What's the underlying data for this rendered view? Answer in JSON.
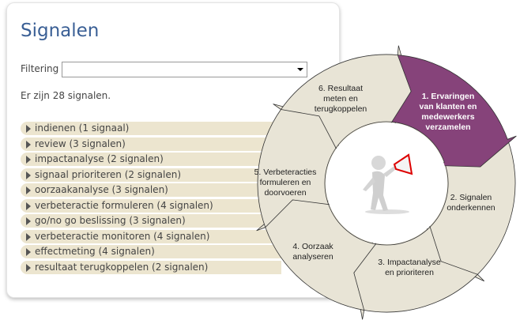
{
  "page": {
    "title": "Signalen",
    "filter_label": "Filtering",
    "filter_value": "",
    "count_text": "Er zijn 28 signalen."
  },
  "groups": [
    {
      "label": "indienen (1 signaal)"
    },
    {
      "label": "review (3 signalen)"
    },
    {
      "label": "impactanalyse (2 signalen)"
    },
    {
      "label": "signaal prioriteren (2 signalen)"
    },
    {
      "label": "oorzaakanalyse (3 signalen)"
    },
    {
      "label": "verbeteractie formuleren (4 signalen)"
    },
    {
      "label": "go/no go beslissing (3 signalen)"
    },
    {
      "label": "verbeteractie monitoren (4 signalen)"
    },
    {
      "label": "effectmeting (4 signalen)"
    },
    {
      "label": "resultaat terugkoppelen (2 signalen)"
    }
  ],
  "cycle": {
    "steps": [
      {
        "label": "1.  Ervaringen\nvan klanten en\nmedewerkers\nverzamelen",
        "active": true
      },
      {
        "label": "2. Signalen\nonderkennen"
      },
      {
        "label": "3. Impactanalyse\nen prioriteren"
      },
      {
        "label": "4. Oorzaak\nanalyseren"
      },
      {
        "label": "5. Verbeteracties\nformuleren en\ndoorvoeren"
      },
      {
        "label": "6. Resultaat\nmeten en\nterugkoppelen"
      }
    ],
    "colors": {
      "active": "#86437a",
      "normal": "#e8e4d6",
      "stroke": "#333333"
    }
  }
}
